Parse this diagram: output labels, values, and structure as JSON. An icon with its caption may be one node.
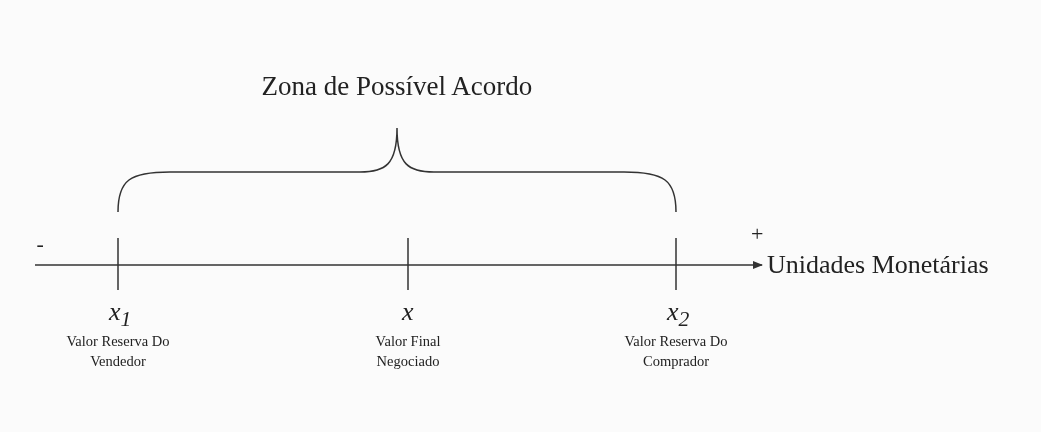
{
  "diagram": {
    "labels": [
      "Zona de Possível Acordo",
      "-",
      "+",
      "Unidades Monetárias",
      "x$_{1}$",
      "x",
      "x$_{2}$",
      "Valor Reserva Do Vendedor",
      "Valor Final Negociado",
      "Valor Reserva Do Comprador"
    ]
  }
}
